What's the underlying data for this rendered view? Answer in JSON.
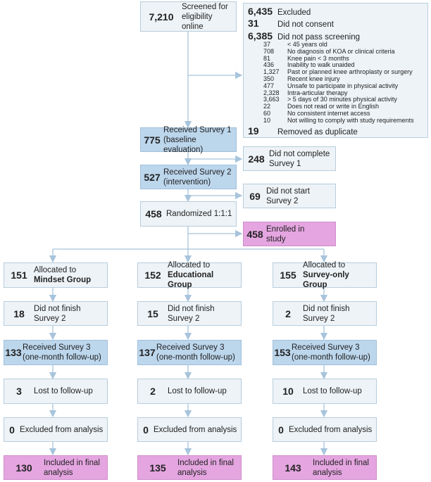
{
  "screened": {
    "n": "7,210",
    "label": "Screened for eligibility online"
  },
  "excluded": {
    "header": {
      "n": "6,435",
      "label": "Excluded"
    },
    "no_consent": {
      "n": "31",
      "label": "Did not consent"
    },
    "not_pass": {
      "n": "6,385",
      "label": "Did not pass screening"
    },
    "reasons": [
      {
        "n": "37",
        "label": "< 45 years old"
      },
      {
        "n": "708",
        "label": "No diagnosis of KOA or clinical criteria"
      },
      {
        "n": "81",
        "label": "Knee pain < 3 months"
      },
      {
        "n": "436",
        "label": "Inability to walk unaided"
      },
      {
        "n": "1,327",
        "label": "Past or planned knee arthroplasty or surgery"
      },
      {
        "n": "350",
        "label": "Recent knee injury"
      },
      {
        "n": "477",
        "label": "Unsafe to participate in physical activity"
      },
      {
        "n": "2,328",
        "label": "Intra-articular therapy"
      },
      {
        "n": "3,663",
        "label": ">  5 days of 30 minutes physical activity"
      },
      {
        "n": "22",
        "label": "Does not read or write in English"
      },
      {
        "n": "60",
        "label": "No consistent internet access"
      },
      {
        "n": "10",
        "label": "Not willing to comply with study requirements"
      }
    ],
    "duplicate": {
      "n": "19",
      "label": "Removed as duplicate"
    }
  },
  "survey1": {
    "n": "775",
    "label": "Received Survey 1 (baseline evaluation)"
  },
  "no_survey1": {
    "n": "248",
    "label": "Did not complete Survey 1"
  },
  "survey2": {
    "n": "527",
    "label": "Received Survey 2 (intervention)"
  },
  "no_survey2": {
    "n": "69",
    "label": "Did not start Survey 2"
  },
  "randomized": {
    "n": "458",
    "label": "Randomized 1:1:1"
  },
  "enrolled": {
    "n": "458",
    "label": "Enrolled in study"
  },
  "groups": [
    {
      "alloc_n": "151",
      "alloc_label": "Allocated to",
      "group_name": "Mindset Group",
      "dnf_n": "18",
      "dnf_label": "Did not finish Survey 2",
      "s3_n": "133",
      "s3_label": "Received Survey 3 (one-month follow-up)",
      "lost_n": "3",
      "lost_label": "Lost to follow-up",
      "excl_n": "0",
      "excl_label": "Excluded from analysis",
      "final_n": "130",
      "final_label": "Included in final analysis"
    },
    {
      "alloc_n": "152",
      "alloc_label": "Allocated to",
      "group_name": "Educational Group",
      "dnf_n": "15",
      "dnf_label": "Did not finish Survey 2",
      "s3_n": "137",
      "s3_label": "Received Survey 3 (one-month follow-up)",
      "lost_n": "2",
      "lost_label": "Lost to follow-up",
      "excl_n": "0",
      "excl_label": "Excluded from analysis",
      "final_n": "135",
      "final_label": "Included in final analysis"
    },
    {
      "alloc_n": "155",
      "alloc_label": "Allocated to",
      "group_name": "Survey-only Group",
      "dnf_n": "2",
      "dnf_label": "Did not finish Survey 2",
      "s3_n": "153",
      "s3_label": "Received Survey 3 (one-month follow-up)",
      "lost_n": "10",
      "lost_label": "Lost to follow-up",
      "excl_n": "0",
      "excl_label": "Excluded from analysis",
      "final_n": "143",
      "final_label": "Included in final analysis"
    }
  ],
  "colors": {
    "box": "#eef3f7",
    "blue": "#bcd6ec",
    "pink": "#e4a5e0",
    "arrow": "#a8c4dc"
  }
}
